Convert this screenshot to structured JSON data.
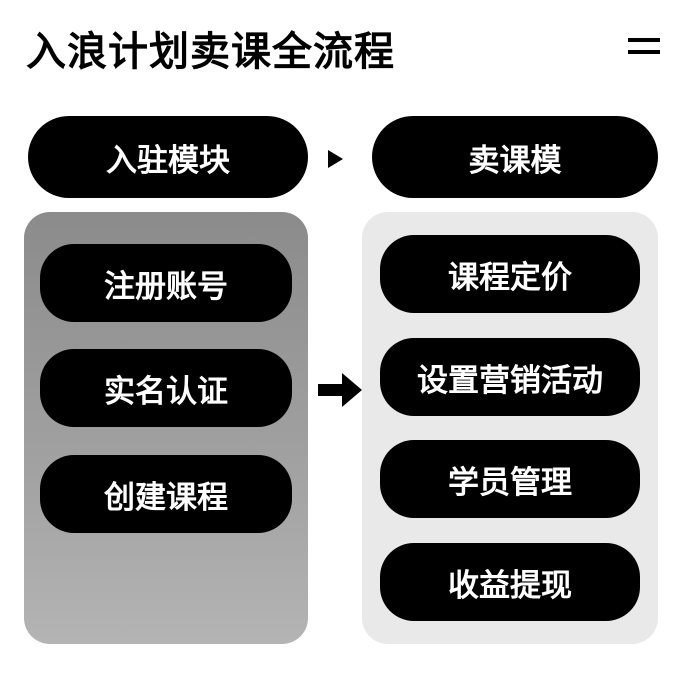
{
  "title": "入浪计划卖课全流程",
  "menu_icon": "menu-icon",
  "left_column": {
    "header": "入驻模块",
    "steps": [
      "注册账号",
      "实名认证",
      "创建课程"
    ]
  },
  "right_column": {
    "header": "卖课模",
    "steps": [
      "课程定价",
      "设置营销活动",
      "学员管理",
      "收益提现"
    ]
  },
  "colors": {
    "pill": "#000000",
    "pill_text": "#ffffff",
    "left_panel": "#a0a0a0",
    "right_panel": "#e9e9e9"
  }
}
